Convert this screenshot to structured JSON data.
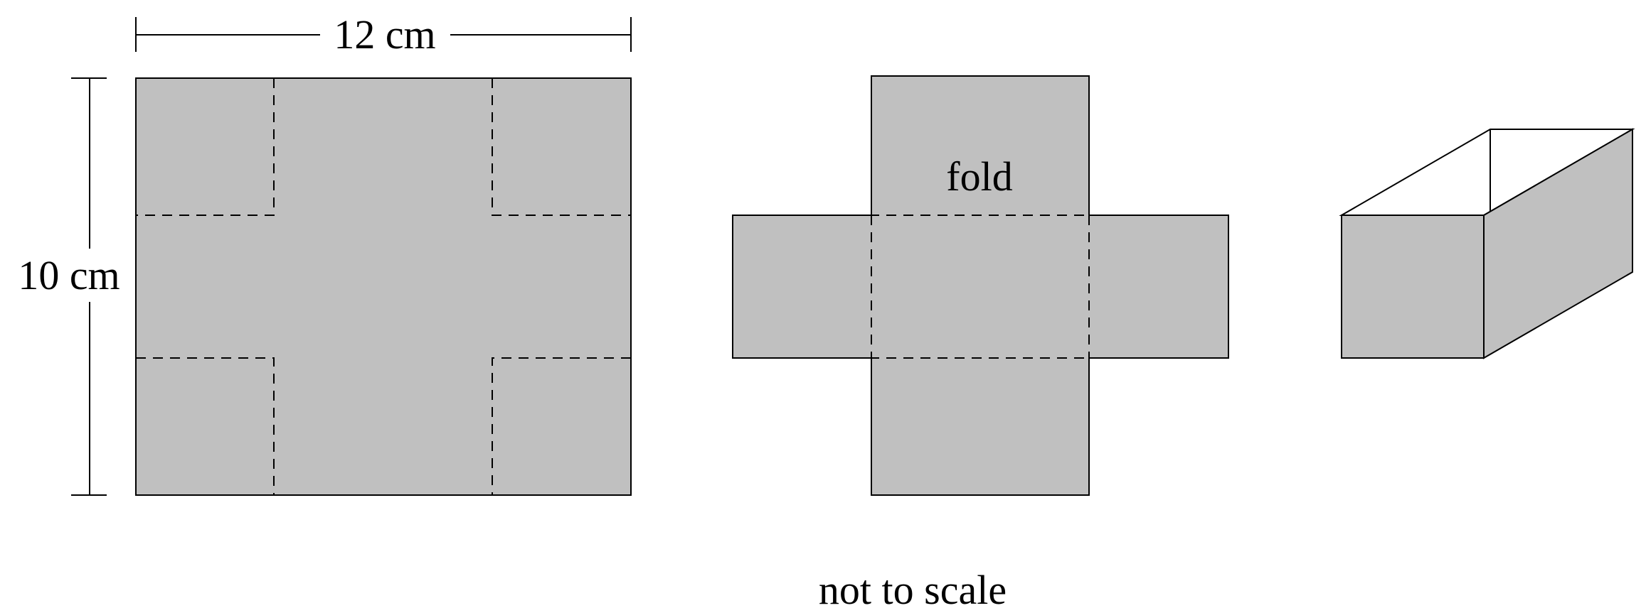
{
  "labels": {
    "width": "12 cm",
    "height": "10 cm",
    "fold": "fold",
    "note": "not to scale"
  },
  "colors": {
    "panel_fill": "#c0c0c0",
    "line": "#000000",
    "background": "#ffffff"
  }
}
